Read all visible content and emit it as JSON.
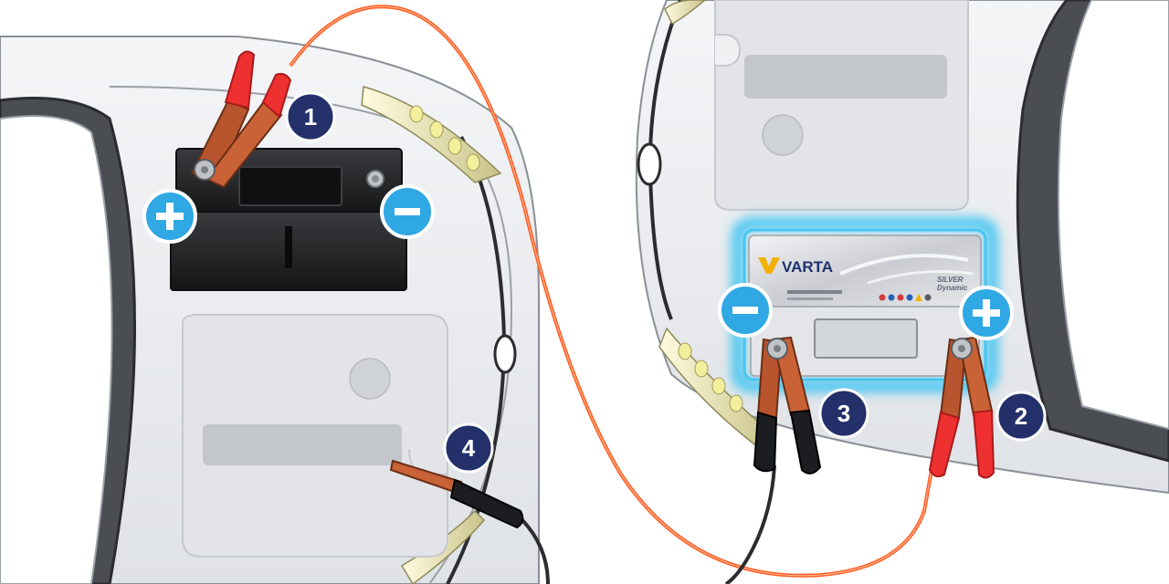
{
  "colors": {
    "positive_cable": "#ff5a1f",
    "negative_cable": "#2a2c30",
    "clamp_red": "#ee3030",
    "clamp_black": "#1c1d20",
    "badge_navy": "#23306a",
    "terminal_badge": "#2fa8e4",
    "battery_glow": "#47c6f2",
    "car_body": "#e9ebee",
    "car_outline": "#7a7f86"
  },
  "icons": {
    "positive": "plus-icon",
    "negative": "minus-icon"
  },
  "steps": [
    {
      "number": "1"
    },
    {
      "number": "2"
    },
    {
      "number": "3"
    },
    {
      "number": "4"
    }
  ],
  "donor_battery": {
    "brand": "VARTA",
    "series_label": "SILVER",
    "series_sublabel": "Dynamic"
  }
}
